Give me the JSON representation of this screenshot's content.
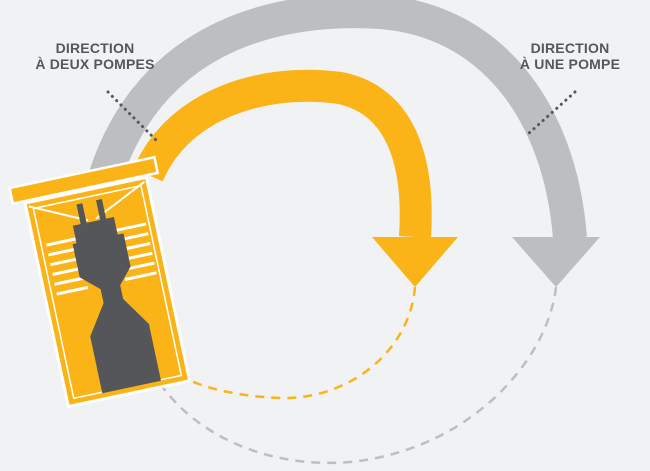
{
  "labels": {
    "two_pump": {
      "line1": "DIRECTION",
      "line2": "À DEUX POMPES"
    },
    "one_pump": {
      "line1": "DIRECTION",
      "line2": "À UNE POMPE"
    }
  },
  "colors": {
    "background": "#f1f2f4",
    "two_pump_arrow": "#fbb418",
    "one_pump_arrow": "#bdbec0",
    "machine_body": "#fbb418",
    "machine_outline": "#ffffff",
    "operator_cab": "#55565a",
    "label_text": "#54575c",
    "leader_dots": "#54575c"
  }
}
